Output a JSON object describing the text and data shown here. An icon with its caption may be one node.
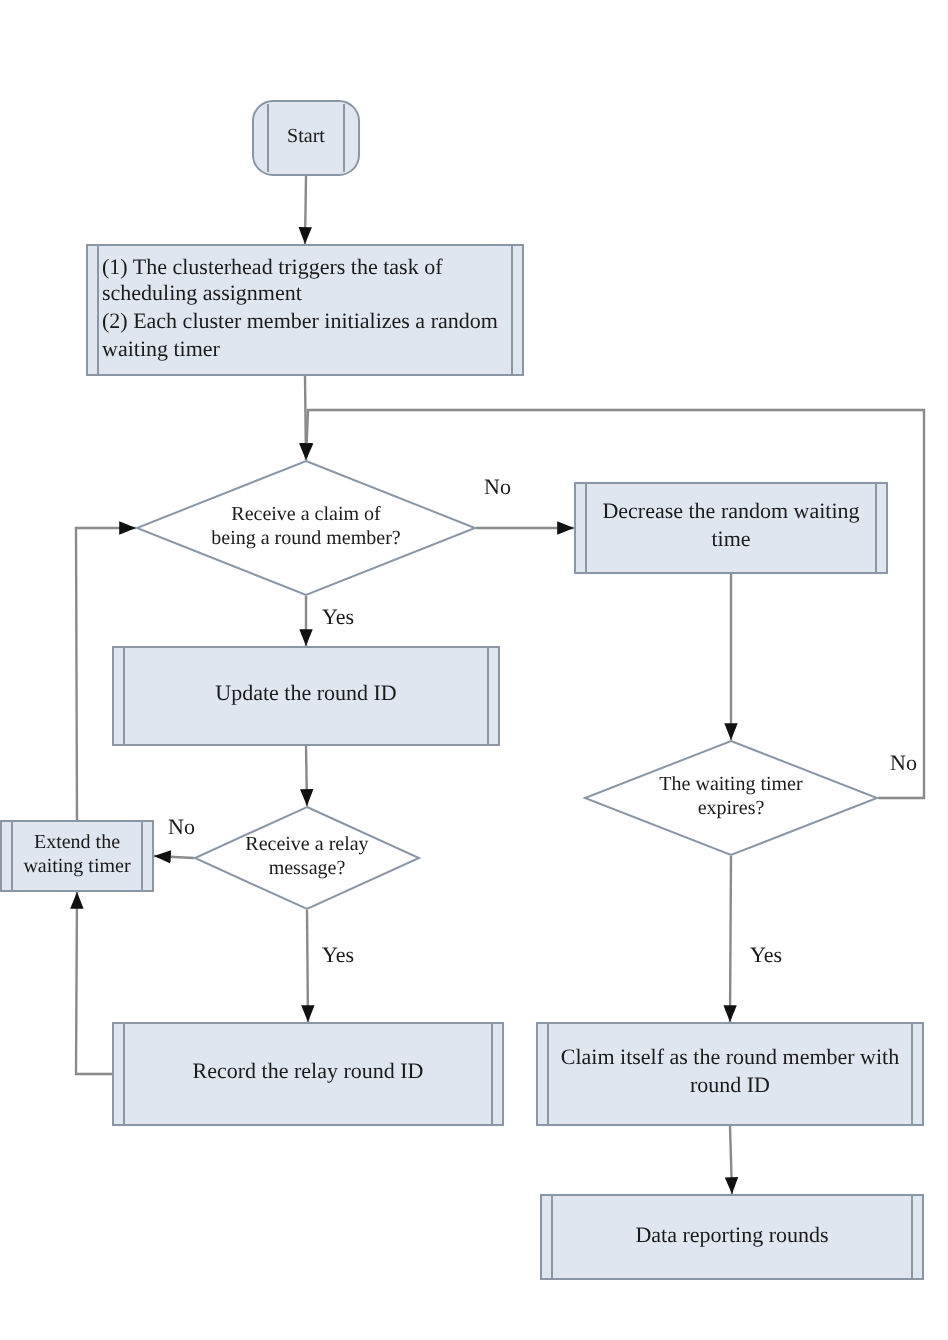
{
  "diagram": {
    "nodes": [
      {
        "text": [
          "Start"
        ]
      },
      {
        "text": [
          "(1) The clusterhead triggers the task of scheduling assignment",
          "(2) Each cluster member initializes a random waiting timer"
        ]
      },
      {
        "text": [
          "Receive a claim of being a round member?"
        ]
      },
      {
        "text": [
          "Decrease the random waiting time"
        ]
      },
      {
        "text": [
          "Update the round ID"
        ]
      },
      {
        "text": [
          "Receive a relay message?"
        ]
      },
      {
        "text": [
          "Extend the waiting timer"
        ]
      },
      {
        "text": [
          "Record the relay round ID"
        ]
      },
      {
        "text": [
          "The waiting timer expires?"
        ]
      },
      {
        "text": [
          "Claim itself as the round member with round ID"
        ]
      },
      {
        "text": [
          "Data reporting rounds"
        ]
      }
    ],
    "edges": [
      {
        "from": 0,
        "to": 1,
        "arrow": "to"
      },
      {
        "from": 1,
        "to": 2,
        "arrow": "to"
      },
      {
        "from": 2,
        "to": 3,
        "arrow": "to",
        "label": "No"
      },
      {
        "from": 2,
        "to": 4,
        "arrow": "to",
        "label": "Yes"
      },
      {
        "from": 4,
        "to": 5,
        "arrow": "to"
      },
      {
        "from": 5,
        "to": 6,
        "arrow": "to",
        "label": "No"
      },
      {
        "from": 5,
        "to": 7,
        "arrow": "to",
        "label": "Yes"
      },
      {
        "from": 7,
        "to": 6,
        "arrow": "to"
      },
      {
        "from": 6,
        "to": 2,
        "arrow": "to"
      },
      {
        "from": 3,
        "to": 8,
        "arrow": "to"
      },
      {
        "from": 8,
        "to": 2,
        "arrow": "to",
        "label": "No"
      },
      {
        "from": 8,
        "to": 9,
        "arrow": "to",
        "label": "Yes"
      },
      {
        "from": 9,
        "to": 10,
        "arrow": "to"
      }
    ]
  }
}
